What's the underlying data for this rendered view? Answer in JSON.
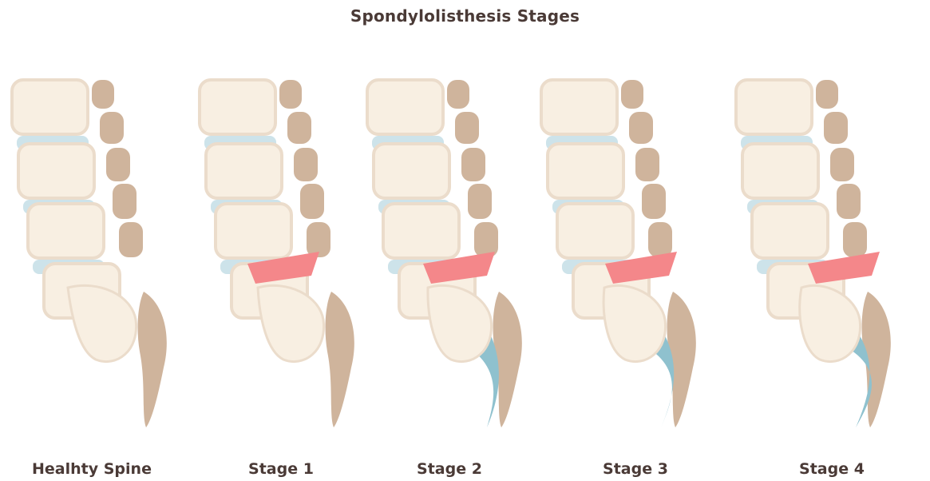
{
  "title": "Spondylolisthesis Stages",
  "stages": [
    {
      "label": "Healhty Spine",
      "slip": 0.0,
      "disc": false,
      "fluid": false
    },
    {
      "label": "Stage 1",
      "slip": 0.25,
      "disc": true,
      "fluid": false
    },
    {
      "label": "Stage 2",
      "slip": 0.5,
      "disc": true,
      "fluid": true
    },
    {
      "label": "Stage 3",
      "slip": 0.75,
      "disc": true,
      "fluid": true
    },
    {
      "label": "Stage 4",
      "slip": 1.0,
      "disc": true,
      "fluid": true
    }
  ],
  "colors": {
    "bone": "#f8efe2",
    "bone_shade": "#ebdccb",
    "disc": "#cde3ea",
    "process": "#cfb49c",
    "slip_disc": "#f4878a",
    "fluid": "#8fc1ce",
    "text": "#4a3a36"
  }
}
